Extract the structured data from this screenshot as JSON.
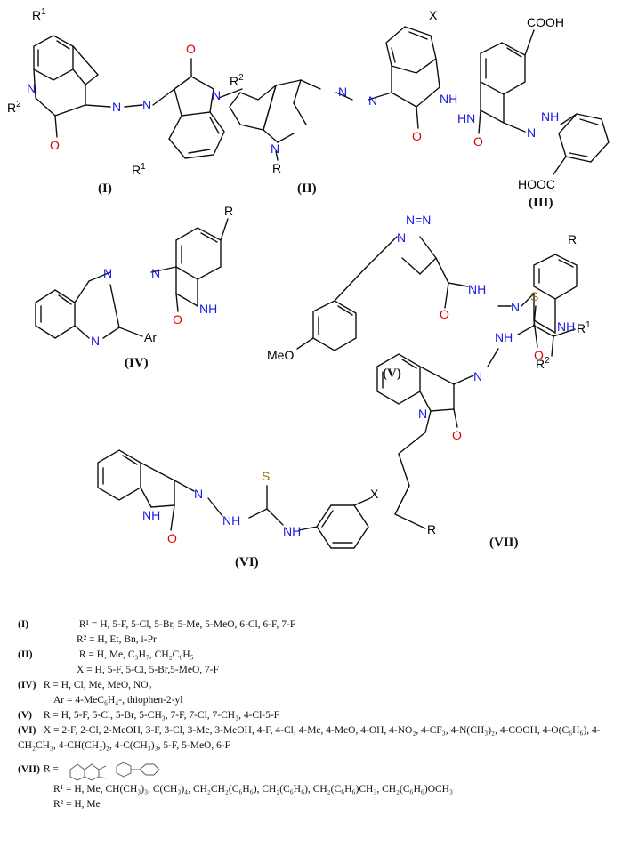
{
  "structures": {
    "I": {
      "label": "(I)"
    },
    "II": {
      "label": "(II)"
    },
    "III": {
      "label": "(III)"
    },
    "IV": {
      "label": "(IV)"
    },
    "V": {
      "label": "(V)"
    },
    "VI": {
      "label": "(VI)"
    },
    "VII": {
      "label": "(VII)"
    }
  },
  "atoms": {
    "N": "N",
    "NH": "NH",
    "HN": "HN",
    "O": "O",
    "S": "S",
    "R": "R",
    "R1": "R",
    "R2": "R",
    "X": "X",
    "Ar": "Ar",
    "MeO": "MeO",
    "COOH": "COOH",
    "HOOC": "HOOC",
    "NHNH": "NH",
    "NNN": "N=N",
    "sup1": "1",
    "sup2": "2",
    "supR2": "2"
  },
  "legend": [
    {
      "num": "(I)",
      "lines": [
        "R¹ = H, 5-F, 5-Cl, 5-Br, 5-Me, 5-MeO, 6-Cl, 6-F, 7-F",
        "R² = H, Et, Bn, i-Pr"
      ]
    },
    {
      "num": "(II)",
      "lines": [
        "R = H, Me, C₃H₇, CH₂C₆H₅",
        "X = H, 5-F, 5-Cl, 5-Br,5-MeO, 7-F"
      ]
    },
    {
      "num": "(IV)",
      "lines": [
        "R = H, Cl, Me, MeO, NO₂",
        "Ar = 4-MeC₆H₄-, thiophen-2-yl"
      ]
    },
    {
      "num": "(V)",
      "lines": [
        "R = H, 5-F, 5-Cl, 5-Br, 5-CH₃, 7-F, 7-Cl, 7-CH₃, 4-Cl-5-F"
      ]
    },
    {
      "num": "(VI)",
      "lines": [
        "X = 2-F, 2-Cl, 2-MeOH, 3-F, 3-Cl, 3-Me, 3-MeOH, 4-F, 4-Cl, 4-Me, 4-MeO, 4-OH, 4-NO₂, 4-CF₃, 4-N(CH₃)₂, 4-COOH, 4-O(C₆H₆), 4-CH₂CH₃, 4-CH(CH₂)₂, 4-C(CH₃)₃, 5-F, 5-MeO, 6-F"
      ]
    },
    {
      "num": "(VII)",
      "lines": [
        "R = ",
        "R¹ = H, Me, CH(CH₃)₃, C(CH₃)₄, CH₂CH₂(C₆H₆), CH₂(C₆H₆), CH₂(C₆H₆)CH₃, CH₂(C₆H₆)OCH₃",
        "R² = H, Me"
      ]
    }
  ],
  "colors": {
    "nitrogen": "#1a1ae6",
    "oxygen": "#e00000",
    "sulfur": "#8a6d00",
    "bond": "#111111"
  }
}
